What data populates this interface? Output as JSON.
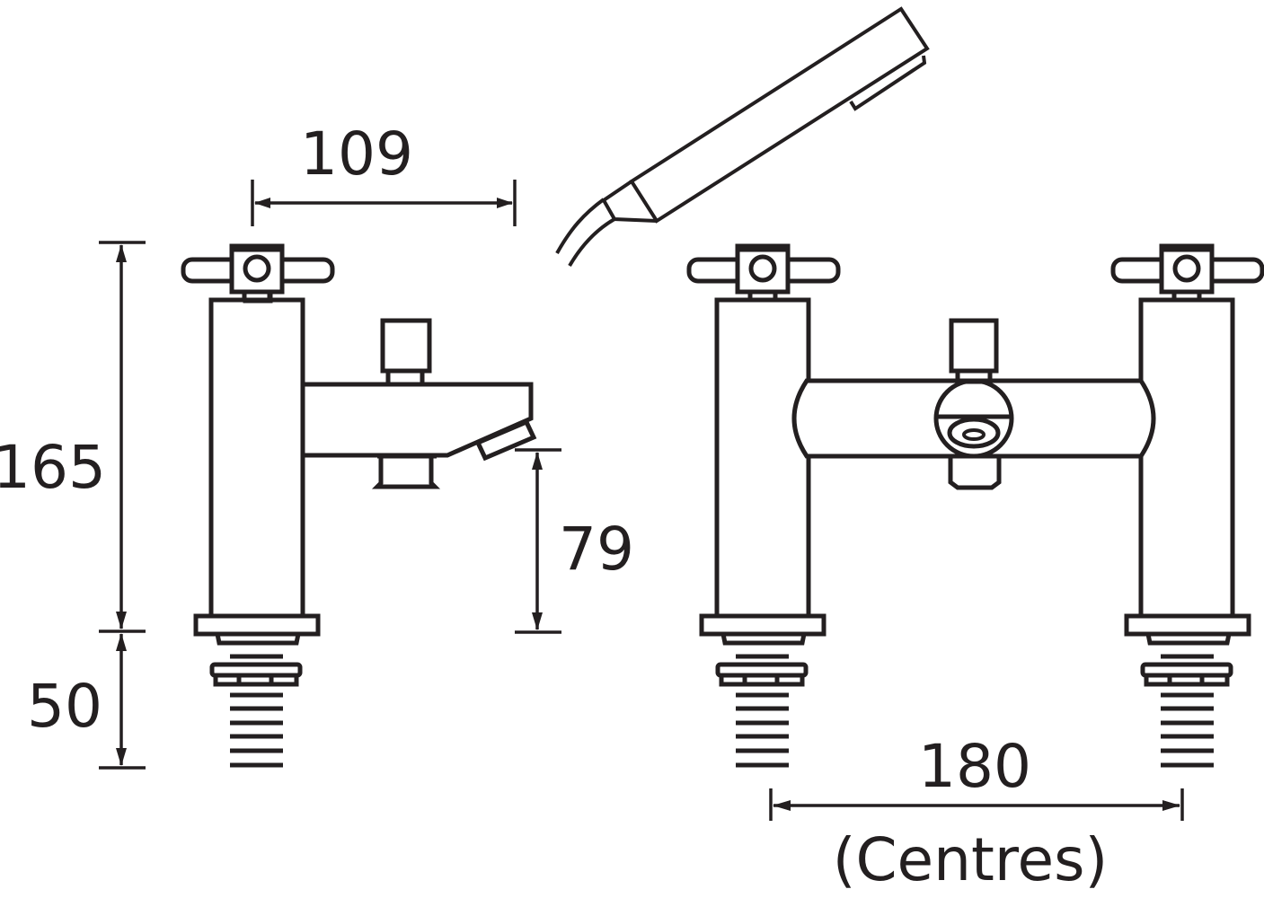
{
  "diagram": {
    "title": "Bath shower mixer tap technical drawing",
    "units": "mm",
    "stroke_color": "#231f20",
    "background": "#ffffff"
  },
  "dimensions": {
    "spout_projection": "109",
    "overall_height": "165",
    "tail_length": "50",
    "spout_height": "79",
    "centres": "180",
    "centres_note": "(Centres)"
  },
  "views": [
    {
      "name": "side-view",
      "components": [
        "cross-head handle",
        "tap body",
        "spout",
        "diverter knob",
        "tail",
        "threaded shank"
      ]
    },
    {
      "name": "handset",
      "components": [
        "shower handset",
        "hose"
      ]
    },
    {
      "name": "front-view",
      "components": [
        "left cross-head handle",
        "right cross-head handle",
        "left pillar",
        "right pillar",
        "bridge body",
        "diverter knob",
        "spout outlet",
        "threaded shanks"
      ]
    }
  ]
}
